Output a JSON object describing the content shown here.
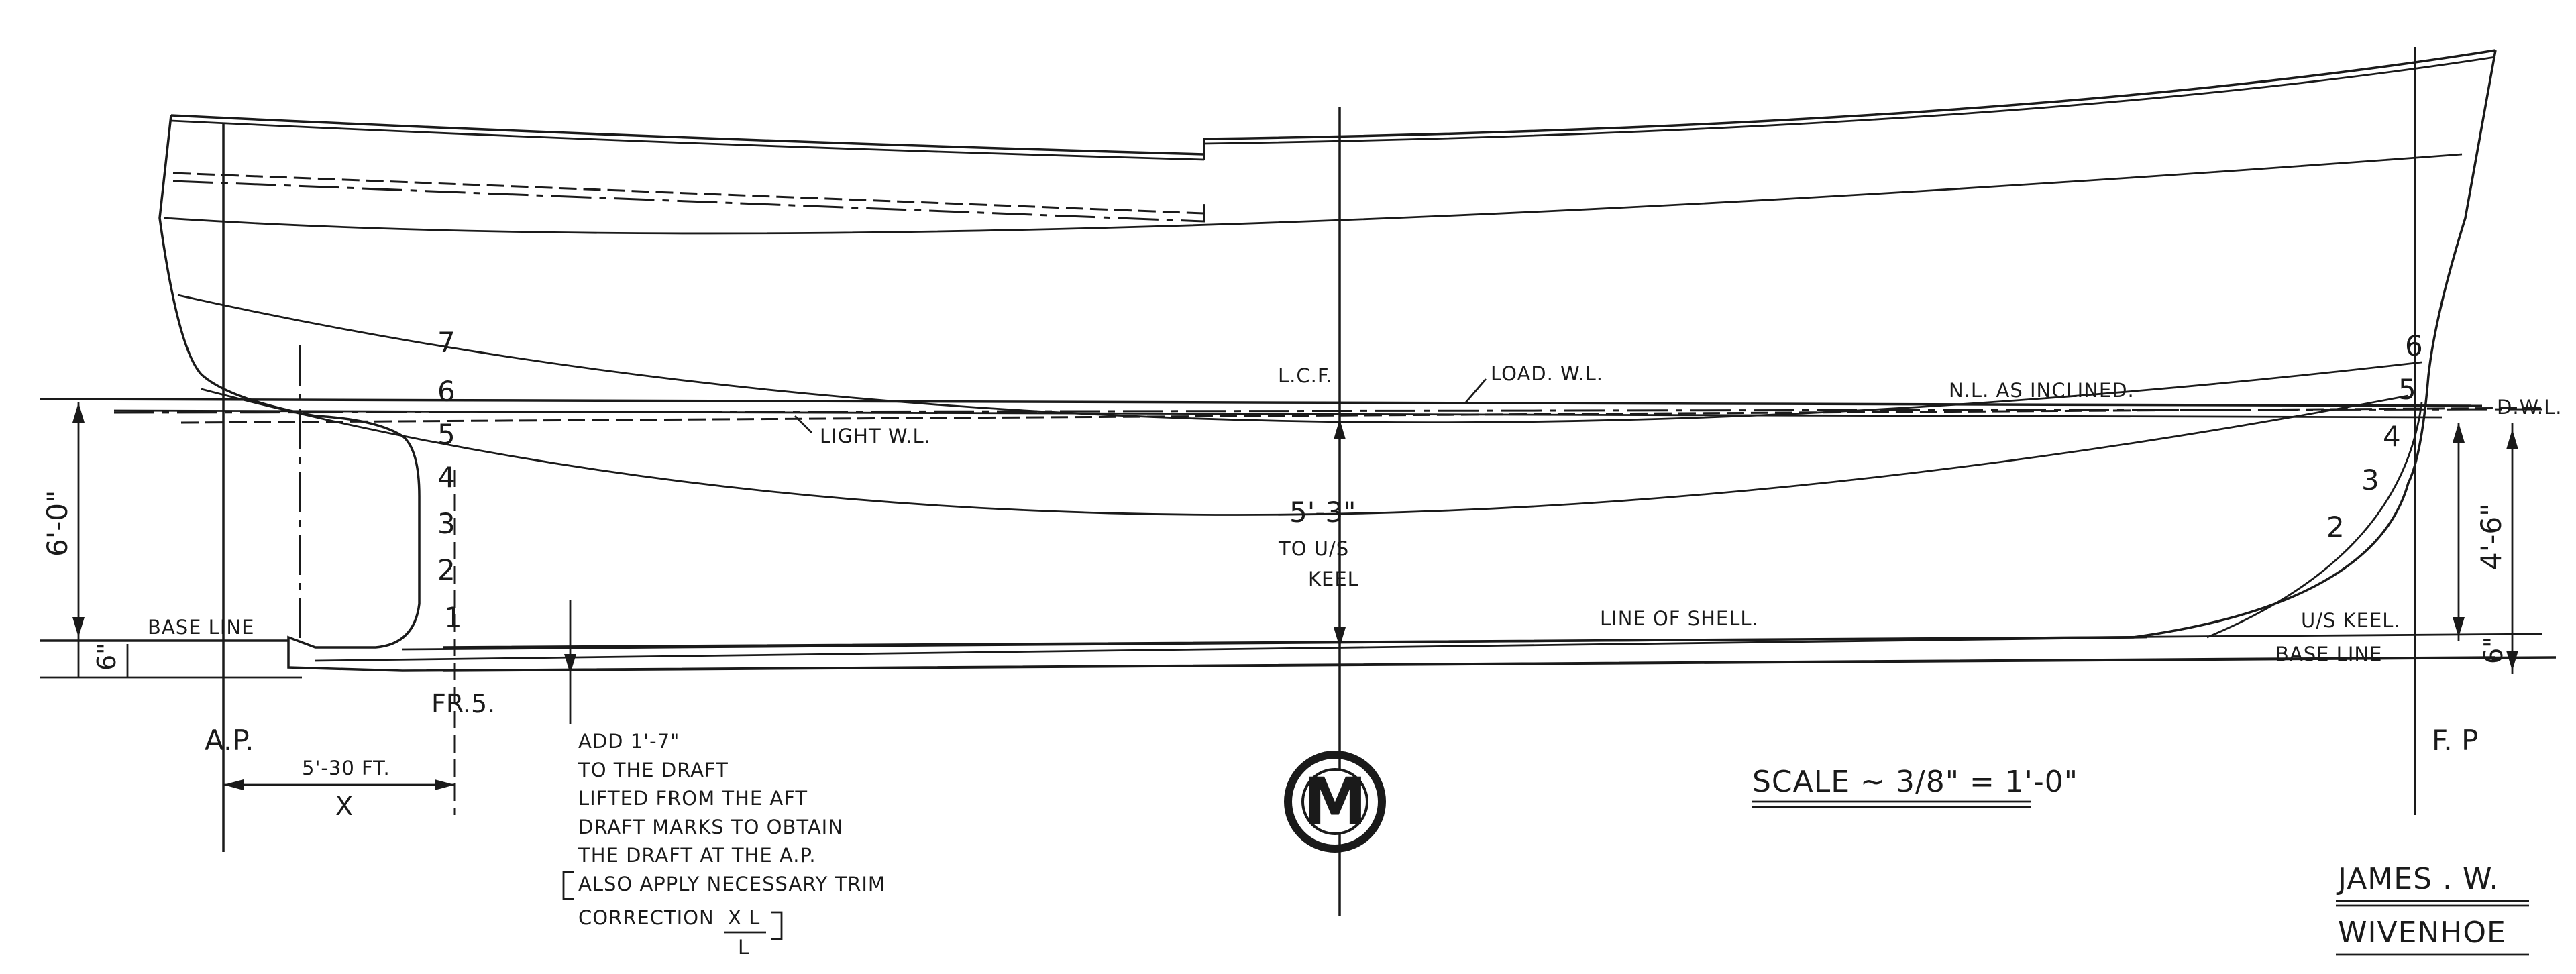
{
  "labels": {
    "lcf": "L.C.F.",
    "load_wl": "LOAD. W.L.",
    "nl_inclined": "N.L. AS INCLINED.",
    "dwl": "D.W.L.",
    "light_wl": "LIGHT W.L.",
    "base_line_left": "BASE LINE",
    "base_line_right": "BASE LINE",
    "line_of_shell": "LINE OF SHELL.",
    "us_keel": "U/S KEEL.",
    "ap": "A.P.",
    "fp": "F. P",
    "fr5": "FR.5.",
    "dim_6ft": "6'-0\"",
    "dim_6in_left": "6\"",
    "dim_6in_right": "6\"",
    "dim_4ft6": "4'-6\"",
    "dim_5ft3_line1": "5'-3\"",
    "dim_5ft3_line2": "TO U/S",
    "dim_5ft3_line3": "KEEL",
    "dim_x_value": "5'-30 FT.",
    "dim_x_letter": "X"
  },
  "draft_marks": {
    "aft": [
      "7",
      "6",
      "5",
      "4",
      "3",
      "2",
      "1"
    ],
    "fwd": [
      "6",
      "5",
      "4",
      "3",
      "2"
    ]
  },
  "note": {
    "line1": "ADD 1'-7\"",
    "line2": "TO THE DRAFT",
    "line3": "LIFTED FROM THE AFT",
    "line4": "DRAFT MARKS TO OBTAIN",
    "line5": "THE DRAFT AT THE A.P.",
    "line6": "ALSO APPLY NECESSARY TRIM",
    "line7": "CORRECTION",
    "frac_num": "X L",
    "frac_den": "L"
  },
  "scale": "SCALE ~ 3/8\" = 1'-0\"",
  "title_block": {
    "line1": "JAMES . W.",
    "line2": "WIVENHOE"
  },
  "logo": {
    "name": "midship-logo",
    "letter": "M"
  }
}
